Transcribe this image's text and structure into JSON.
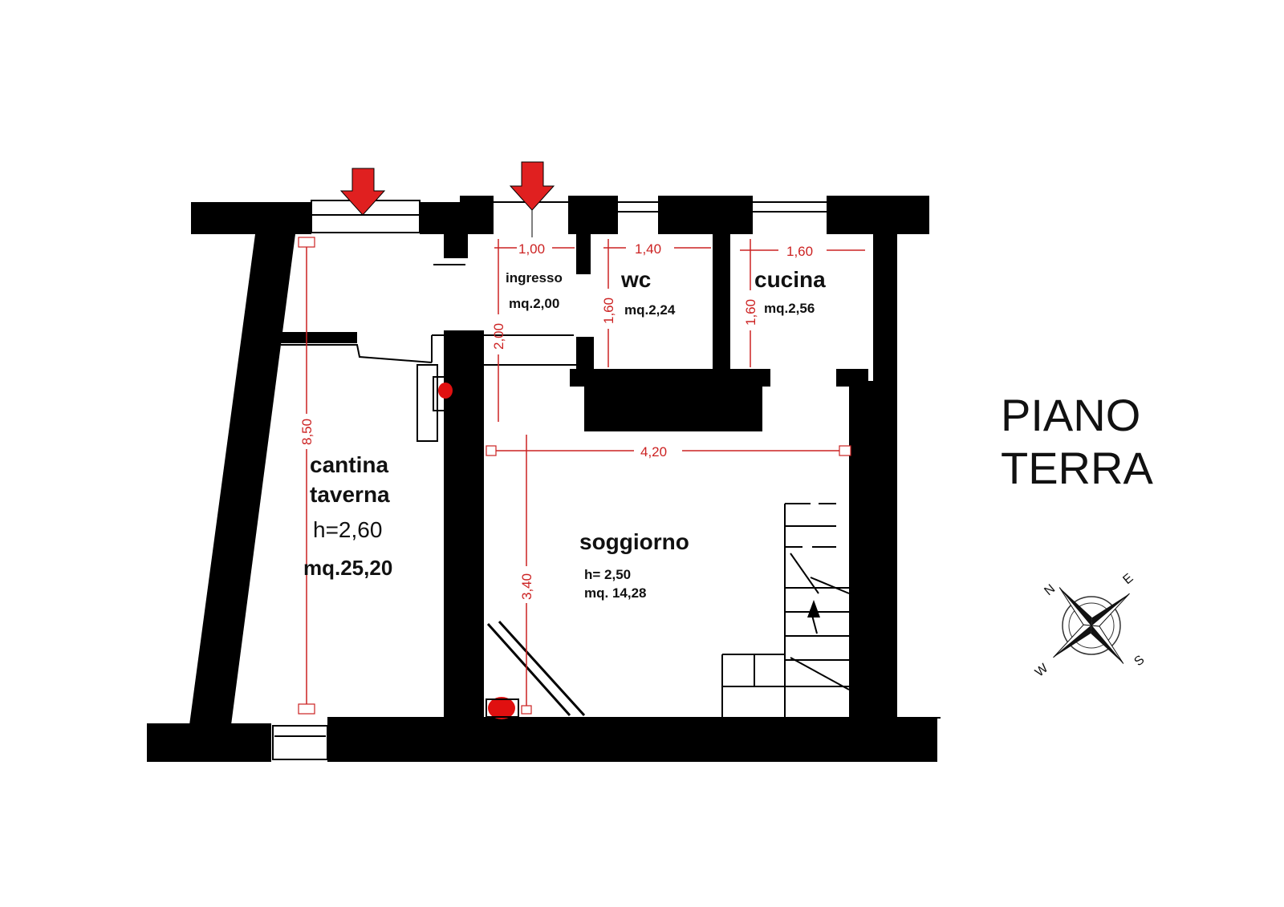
{
  "rooms": {
    "ingresso": {
      "name": "ingresso",
      "area": "mq.2,00"
    },
    "wc": {
      "name": "wc",
      "area": "mq.2,24"
    },
    "cucina": {
      "name": "cucina",
      "area": "mq.2,56"
    },
    "cantina": {
      "name_line1": "cantina",
      "name_line2": "taverna",
      "height": "h=2,60",
      "area": "mq.25,20"
    },
    "soggiorno": {
      "name": "soggiorno",
      "height": "h= 2,50",
      "area": "mq. 14,28"
    }
  },
  "dimensions": {
    "ingresso_width": "1,00",
    "wc_width": "1,40",
    "cucina_width": "1,60",
    "wc_depth": "1,60",
    "cucina_depth": "1,60",
    "ingresso_depth": "2,00",
    "cantina_length": "8,50",
    "soggiorno_width": "4,20",
    "soggiorno_depth": "3,40"
  },
  "title": {
    "line1": "PIANO",
    "line2": "TERRA"
  },
  "compass": {
    "n": "N",
    "e": "E",
    "s": "S",
    "w": "W"
  },
  "colors": {
    "wall": "#000000",
    "dimension": "#cc2222",
    "entry_arrow": "#e02020",
    "marker": "#e01010"
  }
}
